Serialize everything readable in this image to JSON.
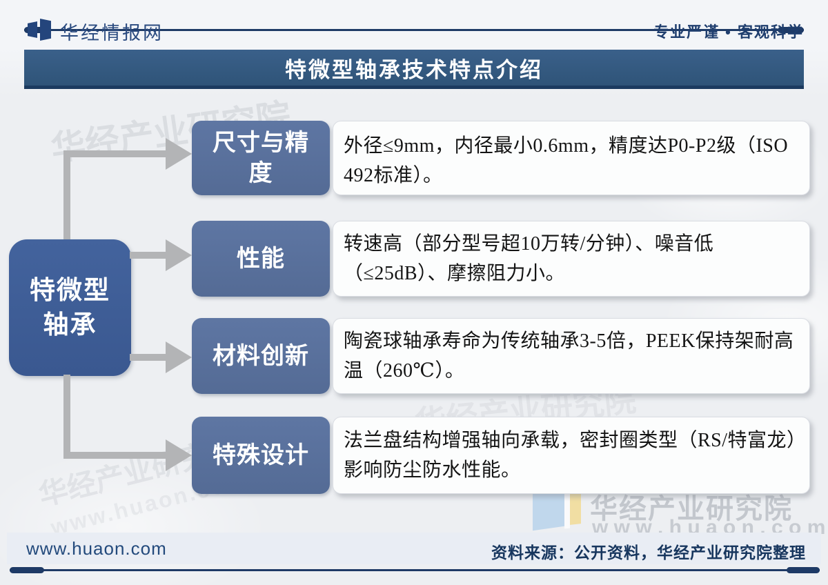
{
  "header": {
    "brand": "华经情报网",
    "tagline": "专业严谨 • 客观科学",
    "logo_icon": "huajing-logo"
  },
  "title_bar": {
    "title": "特微型轴承技术特点介绍"
  },
  "diagram": {
    "root": {
      "label_line1": "特微型",
      "label_line2": "轴承"
    },
    "rows": [
      {
        "category": "尺寸与精度",
        "description": "外径≤9mm，内径最小0.6mm，精度达P0-P2级（ISO 492标准）。"
      },
      {
        "category": "性能",
        "description": "转速高（部分型号超10万转/分钟）、噪音低（≤25dB）、摩擦阻力小。"
      },
      {
        "category": "材料创新",
        "description": "陶瓷球轴承寿命为传统轴承3-5倍，PEEK保持架耐高温（260℃）。"
      },
      {
        "category": "特殊设计",
        "description": "法兰盘结构增强轴向承载，密封圈类型（RS/特富龙）影响防尘防水性能。"
      }
    ]
  },
  "footer": {
    "website": "www.huaon.com",
    "source": "资料来源：公开资料，华经产业研究院整理"
  },
  "watermarks": {
    "org": "华经产业研究院",
    "url": "www.huaon.com",
    "url_spaced": "w w w . h u a o n . c o m"
  },
  "colors": {
    "title_bar": "#2f5478",
    "title_bar_edge": "#1c3a5f",
    "root_node": "#3d5c95",
    "category_box": "#5b729d",
    "rule_navy": "#1e3a66",
    "arrow_gray": "#b3b4b6",
    "card_bg": "#fcfdfd",
    "footer_bar": "#e9edf4",
    "brand_blue": "#2b4b80"
  }
}
